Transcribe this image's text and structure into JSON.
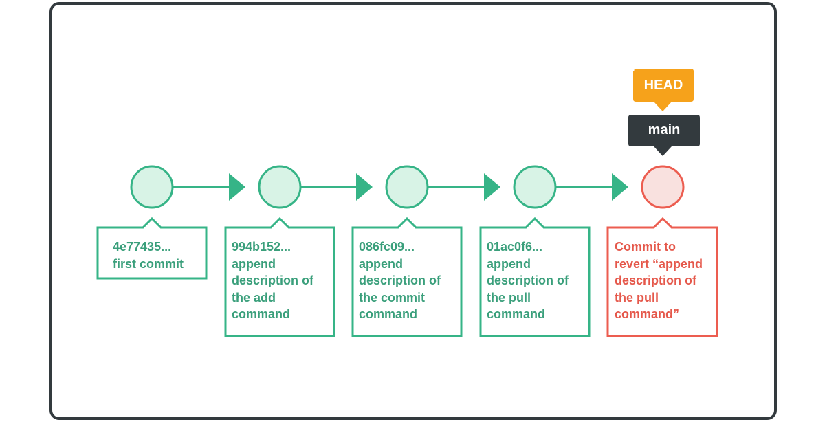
{
  "colors": {
    "commit_green": "#36b487",
    "commit_fill": "#d8f3e6",
    "revert_red": "#ec5d50",
    "revert_fill": "#f9e1df",
    "head_orange": "#f6a21b",
    "branch_dark": "#333a3e"
  },
  "head": {
    "label": "HEAD"
  },
  "branch": {
    "label": "main"
  },
  "commits": [
    {
      "hash": "4e77435...",
      "lines": [
        "first commit"
      ]
    },
    {
      "hash": "994b152...",
      "lines": [
        "append",
        "description of",
        "the add",
        "command"
      ]
    },
    {
      "hash": "086fc09...",
      "lines": [
        "append",
        "description of",
        "the commit",
        "command"
      ]
    },
    {
      "hash": "01ac0f6...",
      "lines": [
        "append",
        "description of",
        "the pull",
        "command"
      ]
    }
  ],
  "revert_commit": {
    "lines": [
      "Commit to",
      "revert “append",
      "description of",
      "the pull",
      "command”"
    ]
  }
}
